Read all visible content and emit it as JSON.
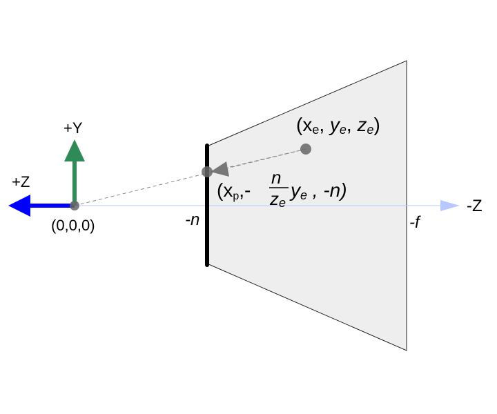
{
  "colors": {
    "frustum_fill": "#eeeeee",
    "frustum_stroke": "#222222",
    "near_plane": "#000000",
    "z_axis_positive": "#0000ff",
    "y_axis": "#2e8b57",
    "z_axis_negative": "#b8c8ff",
    "point": "#666666",
    "projection_line": "#888888"
  },
  "labels": {
    "origin": "(0,0,0)",
    "plus_y": "+Y",
    "plus_z": "+Z",
    "minus_z": "-Z",
    "near": "-n",
    "far": "-f"
  },
  "eye_point": {
    "open": "(x",
    "x_sub": "e",
    "sep1": ", ",
    "y": "y",
    "y_sub": "e",
    "sep2": ", ",
    "z": "z",
    "z_sub": "e",
    "close": ")"
  },
  "projected_point": {
    "open": "(x",
    "x_sub": "p",
    "sep": ",- ",
    "frac_num": "n",
    "frac_den_z": "z",
    "frac_den_sub": "e",
    "y": "y",
    "y_sub": "e",
    "tail": " , -n)"
  }
}
